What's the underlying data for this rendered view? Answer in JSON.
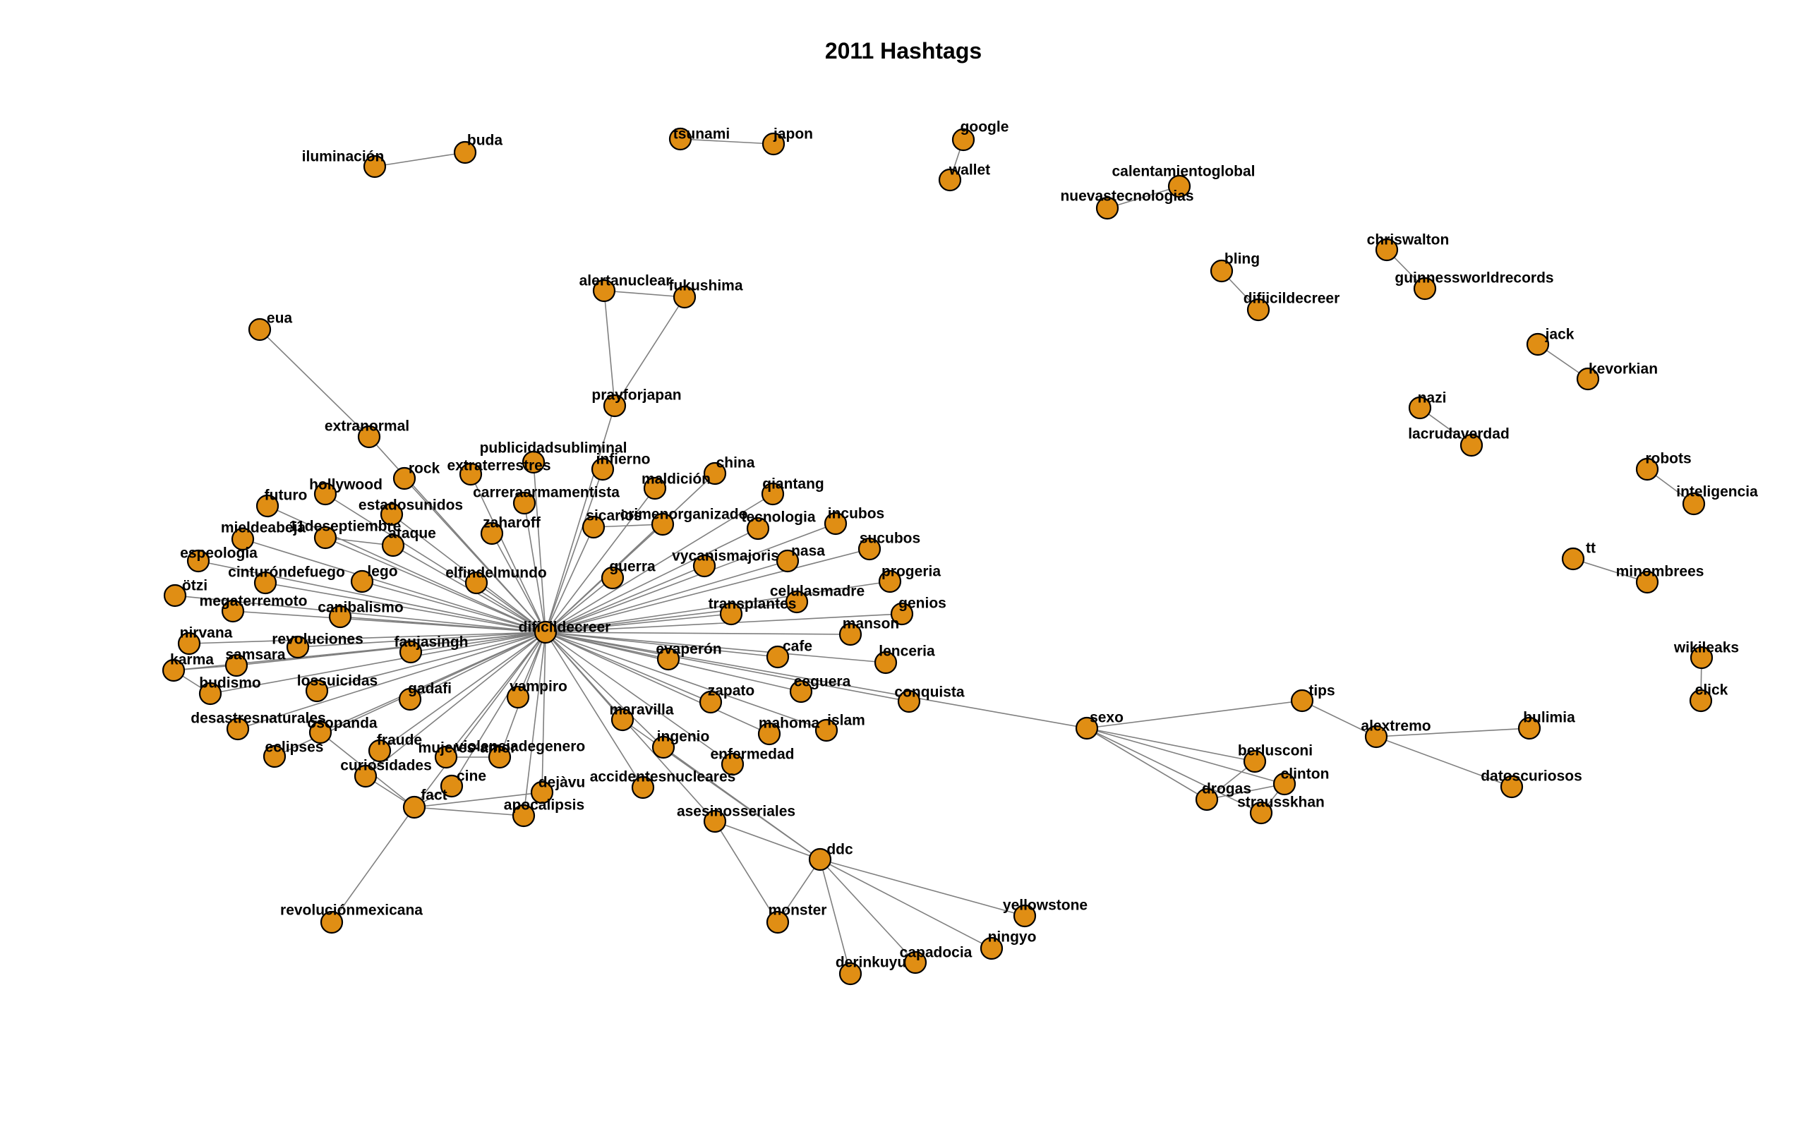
{
  "title": "2011 Hashtags",
  "colors": {
    "node_fill": "#E08E14",
    "node_stroke": "#000000",
    "edge": "#7f7f7f",
    "background": "#ffffff"
  },
  "nodes": [
    {
      "id": "dificildecreer",
      "label": "dificildecreer"
    },
    {
      "id": "iluminacion",
      "label": "iluminación"
    },
    {
      "id": "buda",
      "label": "buda"
    },
    {
      "id": "tsunami",
      "label": "tsunami"
    },
    {
      "id": "japon",
      "label": "japon"
    },
    {
      "id": "google",
      "label": "google"
    },
    {
      "id": "wallet",
      "label": "wallet"
    },
    {
      "id": "calentamientoglobal",
      "label": "calentamientoglobal"
    },
    {
      "id": "nuevastecnologias",
      "label": "nuevastecnologias"
    },
    {
      "id": "bling",
      "label": "bling"
    },
    {
      "id": "difiicildecreer",
      "label": "difiicildecreer"
    },
    {
      "id": "chriswalton",
      "label": "chriswalton"
    },
    {
      "id": "guinnessworldrecords",
      "label": "guinnessworldrecords"
    },
    {
      "id": "jack",
      "label": "jack"
    },
    {
      "id": "kevorkian",
      "label": "kevorkian"
    },
    {
      "id": "nazi",
      "label": "nazi"
    },
    {
      "id": "lacrudaverdad",
      "label": "lacrudaverdad"
    },
    {
      "id": "robots",
      "label": "robots"
    },
    {
      "id": "inteligencia",
      "label": "inteligencia"
    },
    {
      "id": "tt",
      "label": "tt"
    },
    {
      "id": "minombrees",
      "label": "minombrees"
    },
    {
      "id": "wikileaks",
      "label": "wikileaks"
    },
    {
      "id": "click",
      "label": "click"
    },
    {
      "id": "alertanuclear",
      "label": "alertanuclear"
    },
    {
      "id": "fukushima",
      "label": "fukushima"
    },
    {
      "id": "prayforjapan",
      "label": "prayforjapan"
    },
    {
      "id": "eua",
      "label": "eua"
    },
    {
      "id": "extranormal",
      "label": "extranormal"
    },
    {
      "id": "publicidadsubliminal",
      "label": "publicidadsubliminal"
    },
    {
      "id": "rock",
      "label": "rock"
    },
    {
      "id": "extraterrestres",
      "label": "extraterrestres"
    },
    {
      "id": "infierno",
      "label": "infierno"
    },
    {
      "id": "china",
      "label": "china"
    },
    {
      "id": "maldicion",
      "label": "maldición"
    },
    {
      "id": "qiantang",
      "label": "qiantang"
    },
    {
      "id": "hollywood",
      "label": "hollywood"
    },
    {
      "id": "carreraarmamentista",
      "label": "carreraarmamentista"
    },
    {
      "id": "futuro",
      "label": "futuro"
    },
    {
      "id": "estadosunidos",
      "label": "estadosunidos"
    },
    {
      "id": "crimenorganizado",
      "label": "crimenorganizado"
    },
    {
      "id": "incubos",
      "label": "incubos"
    },
    {
      "id": "zaharoff",
      "label": "zaharoff"
    },
    {
      "id": "sicarios",
      "label": "sicarios"
    },
    {
      "id": "tecnologia",
      "label": "tecnologia"
    },
    {
      "id": "mieldeabeja",
      "label": "mieldeabeja"
    },
    {
      "id": "11deseptiembre",
      "label": "11deseptiembre"
    },
    {
      "id": "ataque",
      "label": "ataque"
    },
    {
      "id": "nasa",
      "label": "nasa"
    },
    {
      "id": "sucubos",
      "label": "sucubos"
    },
    {
      "id": "espeologia",
      "label": "espeologia"
    },
    {
      "id": "vycanismajoris",
      "label": "vycanismajoris"
    },
    {
      "id": "cinturondefuego",
      "label": "cinturóndefuego"
    },
    {
      "id": "lego",
      "label": "lego"
    },
    {
      "id": "elfindelmundo",
      "label": "elfindelmundo"
    },
    {
      "id": "guerra",
      "label": "guerra"
    },
    {
      "id": "progeria",
      "label": "progeria"
    },
    {
      "id": "otzi",
      "label": "ötzi"
    },
    {
      "id": "megaterremoto",
      "label": "megaterremoto"
    },
    {
      "id": "celulasmadre",
      "label": "celulasmadre"
    },
    {
      "id": "genios",
      "label": "genios"
    },
    {
      "id": "canibalismo",
      "label": "canibalismo"
    },
    {
      "id": "transplantes",
      "label": "transplantes"
    },
    {
      "id": "manson",
      "label": "manson"
    },
    {
      "id": "nirvana",
      "label": "nirvana"
    },
    {
      "id": "revoluciones",
      "label": "revoluciones"
    },
    {
      "id": "faujasingh",
      "label": "faujasingh"
    },
    {
      "id": "samsara",
      "label": "samsara"
    },
    {
      "id": "karma",
      "label": "karma"
    },
    {
      "id": "evaperon",
      "label": "evaperón"
    },
    {
      "id": "cafe",
      "label": "cafe"
    },
    {
      "id": "lenceria",
      "label": "lenceria"
    },
    {
      "id": "budismo",
      "label": "budismo"
    },
    {
      "id": "lossuicidas",
      "label": "lossuicidas"
    },
    {
      "id": "gadafi",
      "label": "gadafi"
    },
    {
      "id": "vampiro",
      "label": "vampiro"
    },
    {
      "id": "ceguera",
      "label": "ceguera"
    },
    {
      "id": "conquista",
      "label": "conquista"
    },
    {
      "id": "zapato",
      "label": "zapato"
    },
    {
      "id": "desastresnaturales",
      "label": "desastresnaturales"
    },
    {
      "id": "osopanda",
      "label": "osopanda"
    },
    {
      "id": "maravilla",
      "label": "maravilla"
    },
    {
      "id": "islam",
      "label": "islam"
    },
    {
      "id": "mahoma",
      "label": "mahoma"
    },
    {
      "id": "ingenio",
      "label": "ingenio"
    },
    {
      "id": "eclipses",
      "label": "eclipses"
    },
    {
      "id": "fraude",
      "label": "fraude"
    },
    {
      "id": "mujeresamor",
      "label": "mujeres-amor"
    },
    {
      "id": "violenciadegenero",
      "label": "violenciadegenero"
    },
    {
      "id": "enfermedad",
      "label": "enfermedad"
    },
    {
      "id": "curiosidades",
      "label": "curiosidades"
    },
    {
      "id": "cine",
      "label": "cine"
    },
    {
      "id": "dejavu",
      "label": "dejàvu"
    },
    {
      "id": "accidentesnucleares",
      "label": "accidentesnucleares"
    },
    {
      "id": "fact",
      "label": "fact"
    },
    {
      "id": "apocalipsis",
      "label": "apocalipsis"
    },
    {
      "id": "asesinosseriales",
      "label": "asesinosseriales"
    },
    {
      "id": "ddc",
      "label": "ddc"
    },
    {
      "id": "yellowstone",
      "label": "yellowstone"
    },
    {
      "id": "monster",
      "label": "monster"
    },
    {
      "id": "ningyo",
      "label": "ningyo"
    },
    {
      "id": "capadocia",
      "label": "capadocia"
    },
    {
      "id": "derinkuyu",
      "label": "derinkuyu"
    },
    {
      "id": "revolucionmexicana",
      "label": "revoluciónmexicana"
    },
    {
      "id": "sexo",
      "label": "sexo"
    },
    {
      "id": "tips",
      "label": "tips"
    },
    {
      "id": "alextremo",
      "label": "alextremo"
    },
    {
      "id": "bulimia",
      "label": "bulimia"
    },
    {
      "id": "berlusconi",
      "label": "berlusconi"
    },
    {
      "id": "clinton",
      "label": "clinton"
    },
    {
      "id": "drogas",
      "label": "drogas"
    },
    {
      "id": "strausskhan",
      "label": "strausskhan"
    },
    {
      "id": "datoscuriosos",
      "label": "datoscuriosos"
    }
  ],
  "edges": [
    [
      "iluminacion",
      "buda"
    ],
    [
      "tsunami",
      "japon"
    ],
    [
      "google",
      "wallet"
    ],
    [
      "calentamientoglobal",
      "nuevastecnologias"
    ],
    [
      "bling",
      "difiicildecreer"
    ],
    [
      "chriswalton",
      "guinnessworldrecords"
    ],
    [
      "jack",
      "kevorkian"
    ],
    [
      "nazi",
      "lacrudaverdad"
    ],
    [
      "robots",
      "inteligencia"
    ],
    [
      "tt",
      "minombrees"
    ],
    [
      "wikileaks",
      "click"
    ],
    [
      "alertanuclear",
      "fukushima"
    ],
    [
      "alertanuclear",
      "prayforjapan"
    ],
    [
      "fukushima",
      "prayforjapan"
    ],
    [
      "prayforjapan",
      "dificildecreer"
    ],
    [
      "eua",
      "extranormal"
    ],
    [
      "extranormal",
      "dificildecreer"
    ],
    [
      "dificildecreer",
      "publicidadsubliminal"
    ],
    [
      "dificildecreer",
      "rock"
    ],
    [
      "dificildecreer",
      "extraterrestres"
    ],
    [
      "dificildecreer",
      "infierno"
    ],
    [
      "dificildecreer",
      "china"
    ],
    [
      "dificildecreer",
      "maldicion"
    ],
    [
      "dificildecreer",
      "qiantang"
    ],
    [
      "dificildecreer",
      "hollywood"
    ],
    [
      "dificildecreer",
      "carreraarmamentista"
    ],
    [
      "dificildecreer",
      "futuro"
    ],
    [
      "dificildecreer",
      "estadosunidos"
    ],
    [
      "dificildecreer",
      "crimenorganizado"
    ],
    [
      "dificildecreer",
      "incubos"
    ],
    [
      "dificildecreer",
      "zaharoff"
    ],
    [
      "dificildecreer",
      "sicarios"
    ],
    [
      "dificildecreer",
      "tecnologia"
    ],
    [
      "dificildecreer",
      "mieldeabeja"
    ],
    [
      "dificildecreer",
      "11deseptiembre"
    ],
    [
      "dificildecreer",
      "ataque"
    ],
    [
      "dificildecreer",
      "nasa"
    ],
    [
      "dificildecreer",
      "sucubos"
    ],
    [
      "dificildecreer",
      "espeologia"
    ],
    [
      "dificildecreer",
      "vycanismajoris"
    ],
    [
      "dificildecreer",
      "cinturondefuego"
    ],
    [
      "dificildecreer",
      "lego"
    ],
    [
      "dificildecreer",
      "elfindelmundo"
    ],
    [
      "dificildecreer",
      "guerra"
    ],
    [
      "dificildecreer",
      "progeria"
    ],
    [
      "dificildecreer",
      "otzi"
    ],
    [
      "dificildecreer",
      "megaterremoto"
    ],
    [
      "dificildecreer",
      "celulasmadre"
    ],
    [
      "dificildecreer",
      "genios"
    ],
    [
      "dificildecreer",
      "canibalismo"
    ],
    [
      "dificildecreer",
      "transplantes"
    ],
    [
      "dificildecreer",
      "manson"
    ],
    [
      "dificildecreer",
      "nirvana"
    ],
    [
      "dificildecreer",
      "revoluciones"
    ],
    [
      "dificildecreer",
      "faujasingh"
    ],
    [
      "dificildecreer",
      "samsara"
    ],
    [
      "dificildecreer",
      "karma"
    ],
    [
      "dificildecreer",
      "evaperon"
    ],
    [
      "dificildecreer",
      "cafe"
    ],
    [
      "dificildecreer",
      "lenceria"
    ],
    [
      "dificildecreer",
      "budismo"
    ],
    [
      "dificildecreer",
      "lossuicidas"
    ],
    [
      "dificildecreer",
      "gadafi"
    ],
    [
      "dificildecreer",
      "vampiro"
    ],
    [
      "dificildecreer",
      "ceguera"
    ],
    [
      "dificildecreer",
      "conquista"
    ],
    [
      "dificildecreer",
      "zapato"
    ],
    [
      "dificildecreer",
      "desastresnaturales"
    ],
    [
      "dificildecreer",
      "osopanda"
    ],
    [
      "dificildecreer",
      "maravilla"
    ],
    [
      "dificildecreer",
      "islam"
    ],
    [
      "dificildecreer",
      "mahoma"
    ],
    [
      "dificildecreer",
      "ingenio"
    ],
    [
      "dificildecreer",
      "eclipses"
    ],
    [
      "dificildecreer",
      "fraude"
    ],
    [
      "dificildecreer",
      "mujeresamor"
    ],
    [
      "dificildecreer",
      "violenciadegenero"
    ],
    [
      "dificildecreer",
      "enfermedad"
    ],
    [
      "dificildecreer",
      "curiosidades"
    ],
    [
      "dificildecreer",
      "cine"
    ],
    [
      "dificildecreer",
      "dejavu"
    ],
    [
      "dificildecreer",
      "accidentesnucleares"
    ],
    [
      "dificildecreer",
      "fact"
    ],
    [
      "dificildecreer",
      "apocalipsis"
    ],
    [
      "dificildecreer",
      "asesinosseriales"
    ],
    [
      "dificildecreer",
      "sexo"
    ],
    [
      "11deseptiembre",
      "ataque"
    ],
    [
      "crimenorganizado",
      "sicarios"
    ],
    [
      "samsara",
      "karma"
    ],
    [
      "karma",
      "budismo"
    ],
    [
      "fraude",
      "curiosidades"
    ],
    [
      "curiosidades",
      "fact"
    ],
    [
      "osopanda",
      "fact"
    ],
    [
      "mujeresamor",
      "violenciadegenero"
    ],
    [
      "fact",
      "cine"
    ],
    [
      "fact",
      "dejavu"
    ],
    [
      "fact",
      "apocalipsis"
    ],
    [
      "fact",
      "revolucionmexicana"
    ],
    [
      "maravilla",
      "ddc"
    ],
    [
      "ingenio",
      "ddc"
    ],
    [
      "asesinosseriales",
      "ddc"
    ],
    [
      "asesinosseriales",
      "monster"
    ],
    [
      "ddc",
      "monster"
    ],
    [
      "ddc",
      "yellowstone"
    ],
    [
      "ddc",
      "ningyo"
    ],
    [
      "ddc",
      "capadocia"
    ],
    [
      "ddc",
      "derinkuyu"
    ],
    [
      "sexo",
      "tips"
    ],
    [
      "sexo",
      "berlusconi"
    ],
    [
      "sexo",
      "clinton"
    ],
    [
      "sexo",
      "drogas"
    ],
    [
      "sexo",
      "strausskhan"
    ],
    [
      "tips",
      "alextremo"
    ],
    [
      "alextremo",
      "bulimia"
    ],
    [
      "alextremo",
      "datoscuriosos"
    ],
    [
      "berlusconi",
      "drogas"
    ],
    [
      "clinton",
      "drogas"
    ],
    [
      "clinton",
      "strausskhan"
    ]
  ]
}
